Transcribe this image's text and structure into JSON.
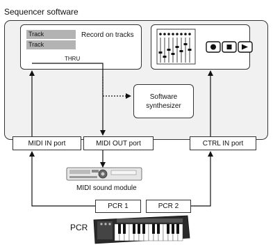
{
  "title": "Sequencer software",
  "tracks": [
    "Track",
    "Track"
  ],
  "record_label": "Record on tracks",
  "thru_label": "THRU",
  "software_synth": [
    "Software",
    "synthesizer"
  ],
  "ports": {
    "midi_in": "MIDI IN port",
    "midi_out": "MIDI OUT port",
    "ctrl_in": "CTRL IN port"
  },
  "sound_module_label": "MIDI sound module",
  "pcr_ports": [
    "PCR 1",
    "PCR 2"
  ],
  "pcr_label": "PCR",
  "transport_icons": [
    "record-icon",
    "stop-icon",
    "play-icon"
  ]
}
